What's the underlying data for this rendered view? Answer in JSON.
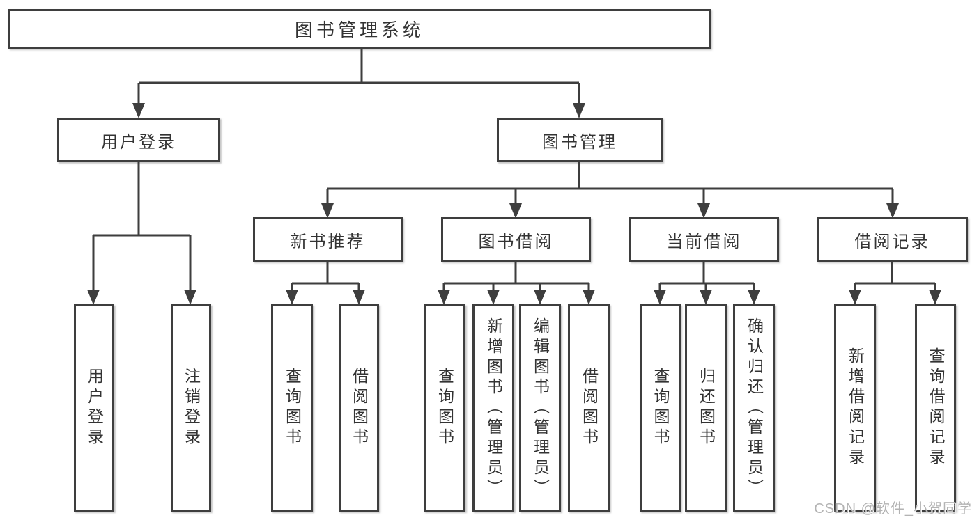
{
  "diagram": {
    "root": {
      "label": "图书管理系统"
    },
    "branches": [
      {
        "label": "用户登录",
        "children": [
          {
            "label": "用户登录"
          },
          {
            "label": "注销登录"
          }
        ]
      },
      {
        "label": "图书管理",
        "children": [
          {
            "label": "新书推荐",
            "children": [
              {
                "label": "查询图书"
              },
              {
                "label": "借阅图书"
              }
            ]
          },
          {
            "label": "图书借阅",
            "children": [
              {
                "label": "查询图书"
              },
              {
                "label": "新增图书（管理员）"
              },
              {
                "label": "编辑图书（管理员）"
              },
              {
                "label": "借阅图书"
              }
            ]
          },
          {
            "label": "当前借阅",
            "children": [
              {
                "label": "查询图书"
              },
              {
                "label": "归还图书"
              },
              {
                "label": "确认归还（管理员）"
              }
            ]
          },
          {
            "label": "借阅记录",
            "children": [
              {
                "label": "新增借阅记录"
              },
              {
                "label": "查询借阅记录"
              }
            ]
          }
        ]
      }
    ]
  },
  "watermark": {
    "text": "CSDN @软件_小贺同学"
  },
  "colors": {
    "line": "#3e3e3e",
    "text": "#333333",
    "box_background": "#ffffff",
    "watermark": "#b3b3b3"
  }
}
